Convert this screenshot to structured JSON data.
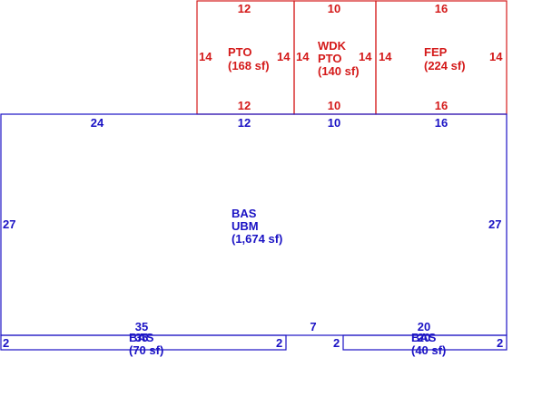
{
  "colors": {
    "main": "#1a12c4",
    "addition": "#d41a1a"
  },
  "areas": {
    "main": {
      "line1": "BAS",
      "line2": "UBM",
      "line3": "(1,674 sf)",
      "top_left": "24",
      "top_mid1": "12",
      "top_mid2": "10",
      "top_right": "16",
      "left": "27",
      "right": "27",
      "bottom_left": "35",
      "bottom_gap": "7",
      "bottom_right": "20"
    },
    "pto": {
      "line1": "PTO",
      "line2": "(168 sf)",
      "top": "12",
      "bottom": "12",
      "left": "14",
      "right": "14"
    },
    "wdk": {
      "line1": "WDK",
      "line2": "PTO",
      "line3": "(140 sf)",
      "top": "10",
      "bottom": "10",
      "left": "14",
      "right": "14"
    },
    "fep": {
      "line1": "FEP",
      "line2": "(224 sf)",
      "top": "16",
      "bottom": "16",
      "left": "14",
      "right": "14"
    },
    "bas_left": {
      "line1": "BAS",
      "line2": "(70 sf)",
      "top": "35",
      "left": "2",
      "right": "2"
    },
    "bas_right": {
      "line1": "BAS",
      "line2": "(40 sf)",
      "top": "20",
      "left": "2",
      "right": "2"
    }
  }
}
